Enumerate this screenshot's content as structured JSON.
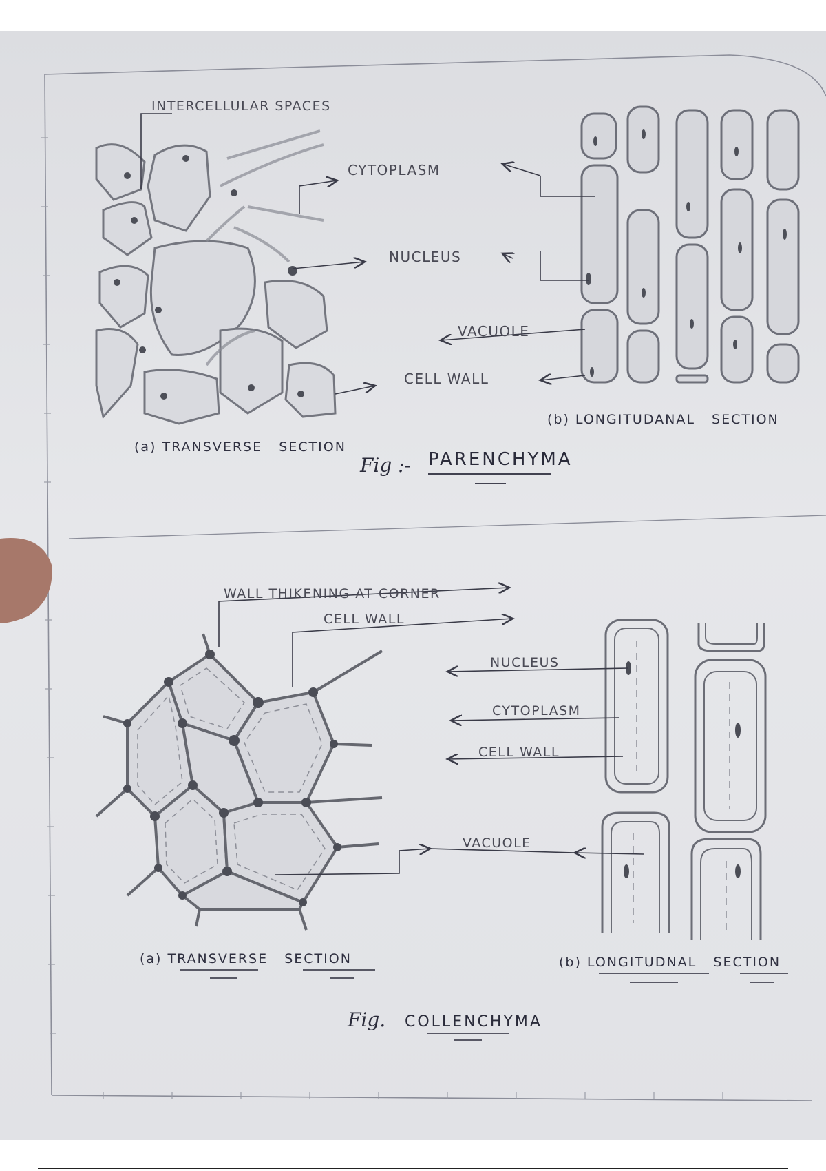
{
  "parenchyma": {
    "label_intercellular": "INTERCELLULAR SPACES",
    "label_cytoplasm": "CYTOPLASM",
    "label_nucleus": "NUCLEUS",
    "label_vacuole": "VACUOLE",
    "label_cell_wall": "CELL WALL",
    "caption_ts": "(a) TRANSVERSE   SECTION",
    "caption_ls": "(b) LONGITUDANAL   SECTION",
    "fig_prefix": "Fig :-",
    "fig_name": "PARENCHYMA"
  },
  "collenchyma": {
    "label_wall_thickening": "WALL THIKENING AT CORNER",
    "label_cell_wall": "CELL WALL",
    "label_nucleus": "NUCLEUS",
    "label_cytoplasm": "CYTOPLASM",
    "label_cell_wall_ls": "CELL WALL",
    "label_vacuole": "VACUOLE",
    "caption_ts": "(a) TRANSVERSE   SECTION",
    "caption_ls": "(b) LONGITUDNAL   SECTION",
    "fig_prefix": "Fig.",
    "fig_name": "COLLENCHYMA"
  },
  "colors": {
    "paper": "#e3e4e7",
    "pencil": "#6e7078",
    "ink": "#2a2b3a"
  }
}
